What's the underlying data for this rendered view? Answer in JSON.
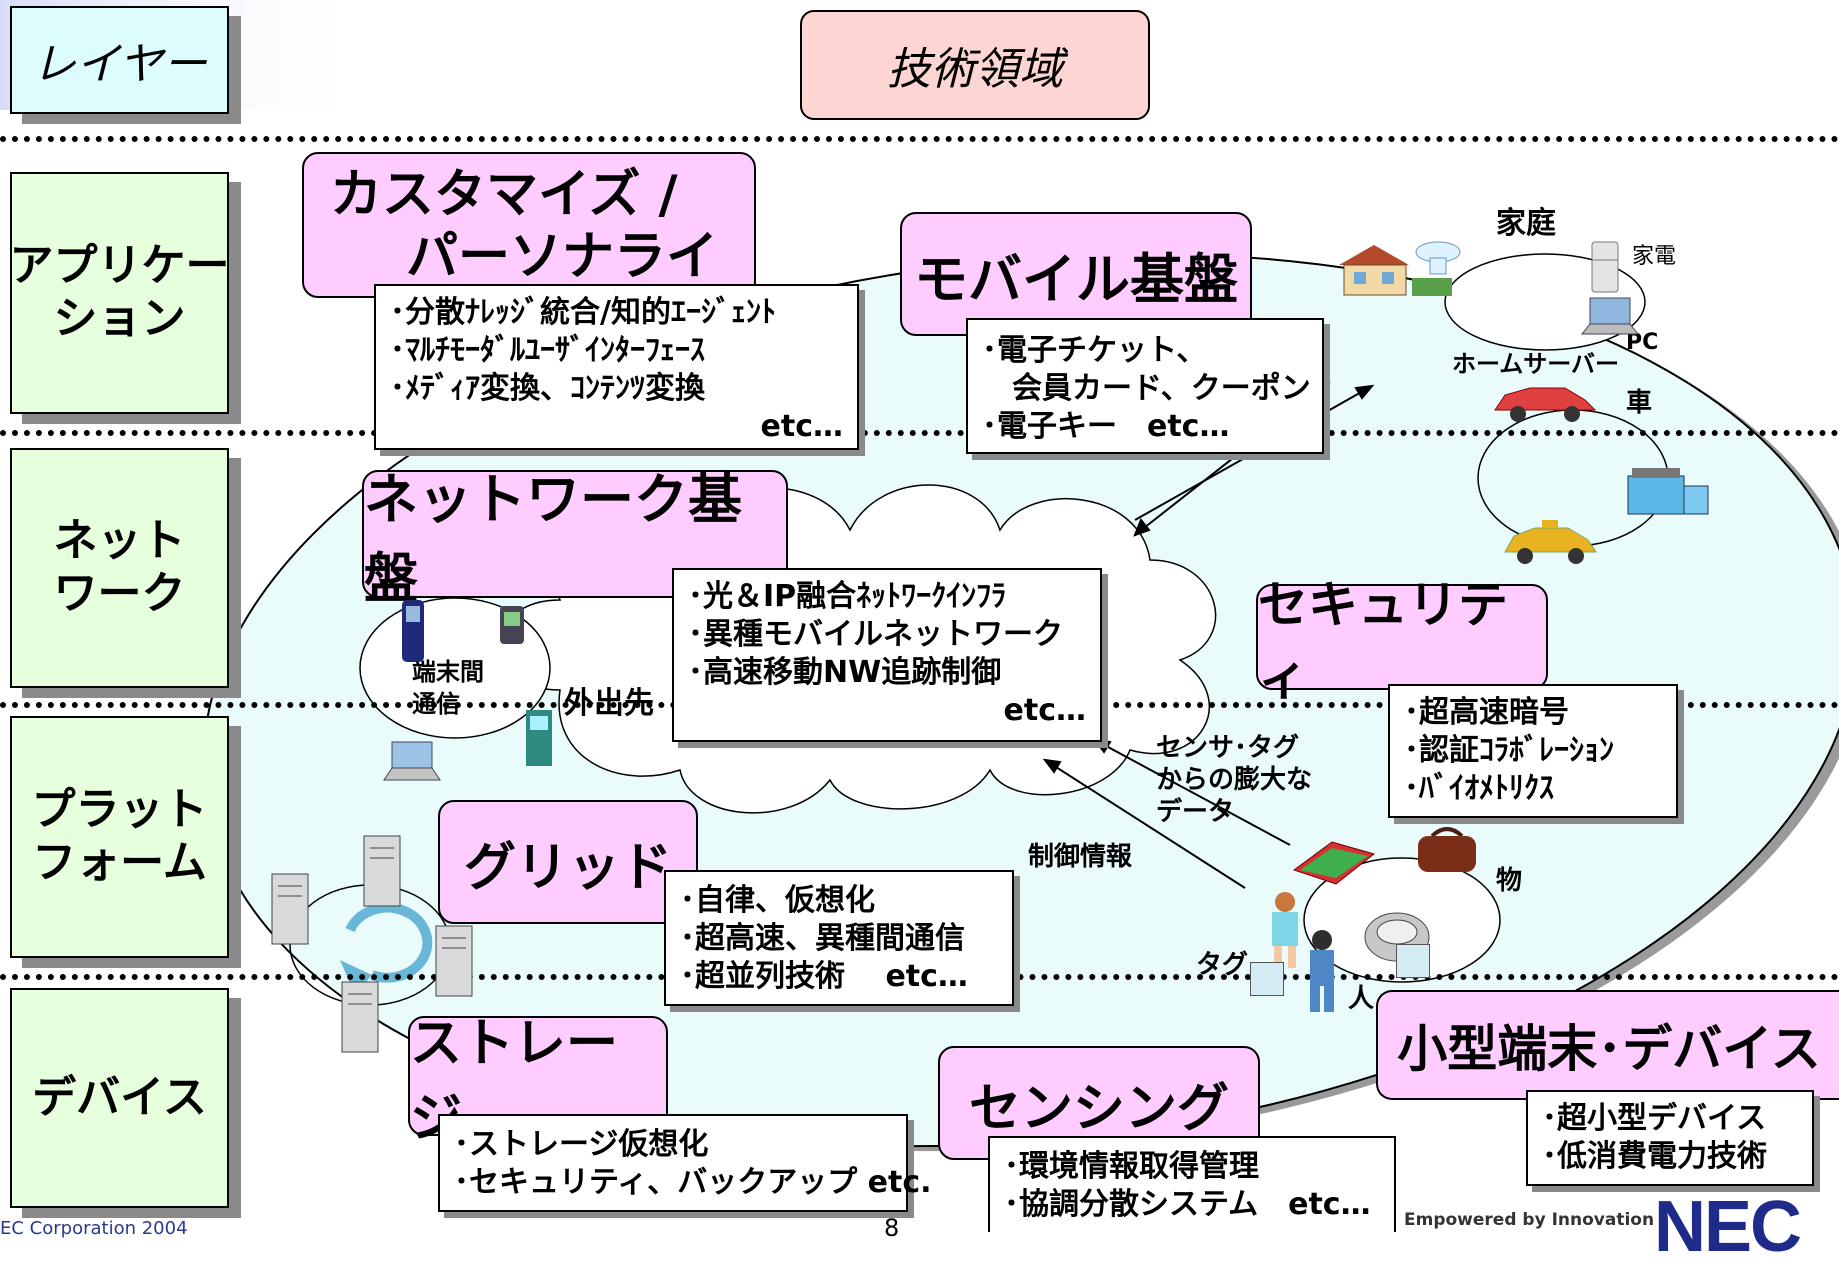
{
  "headers": {
    "layer": "レイヤー",
    "tech": "技術領域"
  },
  "layers": [
    "アプリケー\nション",
    "ネット\nワーク",
    "プラット\nフォーム",
    "デバイス"
  ],
  "areas": {
    "customize": {
      "title_line1": "カスタマイズ /",
      "title_line2": "パーソナライズ",
      "items": [
        "･分散ﾅﾚｯｼﾞ統合/知的ｴｰｼﾞｪﾝﾄ",
        "･ﾏﾙﾁﾓｰﾀﾞﾙﾕｰｻﾞｲﾝﾀｰﾌｪｰｽ",
        "･ﾒﾃﾞｨｱ変換、ｺﾝﾃﾝﾂ変換"
      ],
      "etc": "etc…"
    },
    "mobile": {
      "title": "モバイル基盤",
      "items": [
        "･電子チケット、",
        "　会員カード、クーポン",
        "･電子キー　etc…"
      ]
    },
    "network": {
      "title": "ネットワーク基盤",
      "items": [
        "･光＆IP融合ﾈｯﾄﾜｰｸｲﾝﾌﾗ",
        "･異種モバイルネットワーク",
        "･高速移動NW追跡制御"
      ],
      "etc": "etc…"
    },
    "security": {
      "title": "セキュリティ",
      "items": [
        "･超高速暗号",
        "･認証ｺﾗﾎﾞﾚｰｼｮﾝ",
        "･ﾊﾞｲｵﾒﾄﾘｸｽ"
      ]
    },
    "grid": {
      "title": "グリッド",
      "items": [
        "･自律、仮想化",
        "･超高速、異種間通信",
        "･超並列技術　 etc…"
      ]
    },
    "storage": {
      "title": "ストレージ",
      "items": [
        "･ストレージ仮想化",
        "･セキュリティ、バックアップ etc."
      ]
    },
    "sensing": {
      "title": "センシング",
      "items": [
        "･環境情報取得管理",
        "･協調分散システム　etc…"
      ]
    },
    "device": {
      "title": "小型端末･デバイス",
      "items": [
        "･超小型デバイス",
        "･低消費電力技術"
      ]
    }
  },
  "labels": {
    "home": "家庭",
    "appliance": "家電",
    "pc": "PC",
    "home_server": "ホームサーバー",
    "car": "車",
    "terminal_comm": "端末間\n通信",
    "outside": "外出先",
    "sensor_data": "センサ･タグ\nからの膨大な\nデータ",
    "control_info": "制御情報",
    "thing": "物",
    "tag": "タグ",
    "person": "人"
  },
  "footer": {
    "copyright": "EC Corporation 2004",
    "page": "8",
    "tagline": "Empowered by Innovation",
    "logo": "NEC"
  }
}
